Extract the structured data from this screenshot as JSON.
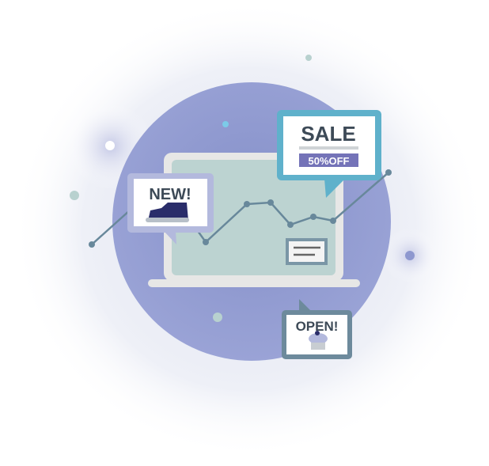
{
  "labels": {
    "new": "NEW!",
    "sale": "SALE",
    "discount": "50%OFF",
    "open": "OPEN!"
  },
  "colors": {
    "circle": "#8e98cf",
    "screen": "#bcd3d1",
    "sale_border": "#5fb1cb",
    "new_border": "#b3b9dd",
    "open_border": "#6d8a9c",
    "text": "#3d4a57",
    "discount_bg": "#7473b8",
    "line": "#68889b"
  }
}
